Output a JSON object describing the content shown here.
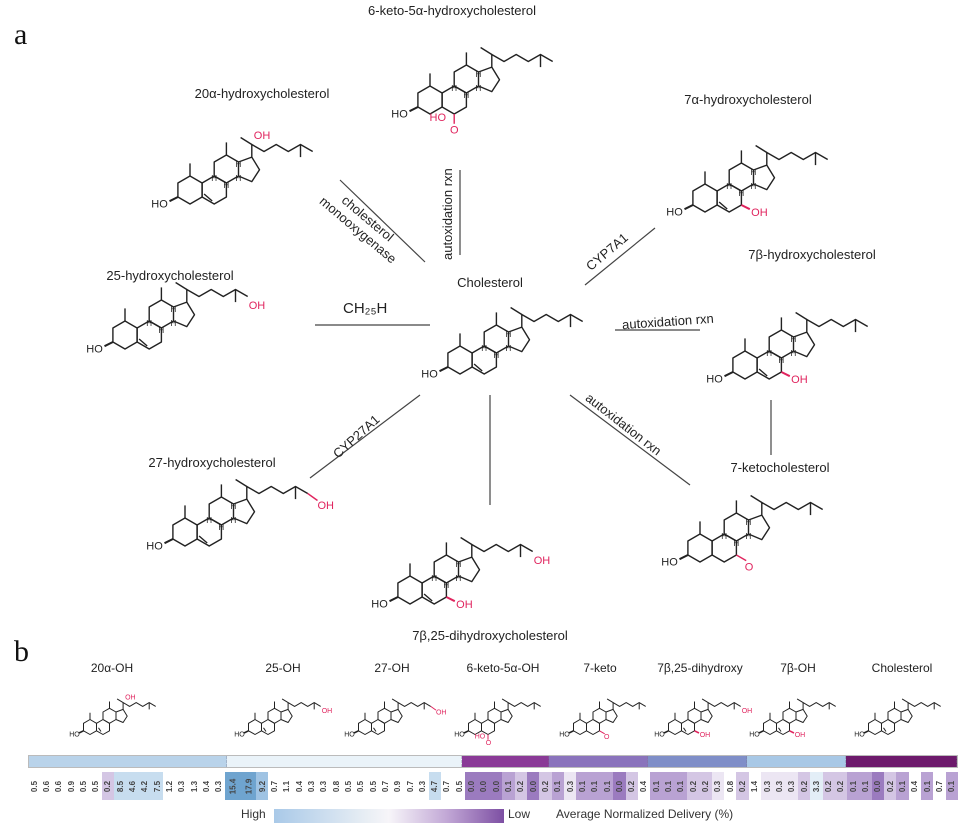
{
  "panel_a": {
    "letter": "a",
    "molecules": [
      {
        "id": "20a",
        "name": "20α-hydroxycholesterol",
        "highlight": "OH"
      },
      {
        "id": "6keto",
        "name": "6-keto-5α-hydroxycholesterol",
        "highlight": "O"
      },
      {
        "id": "7a",
        "name": "7α-hydroxycholesterol",
        "highlight": "OH"
      },
      {
        "id": "25",
        "name": "25-hydroxycholesterol",
        "highlight": "OH"
      },
      {
        "id": "chol",
        "name": "Cholesterol",
        "highlight": ""
      },
      {
        "id": "7b",
        "name": "7β-hydroxycholesterol",
        "highlight": "OH"
      },
      {
        "id": "27",
        "name": "27-hydroxycholesterol",
        "highlight": "OH"
      },
      {
        "id": "7b25",
        "name": "7β,25-dihydroxycholesterol",
        "highlight": "OH"
      },
      {
        "id": "7keto",
        "name": "7-ketocholesterol",
        "highlight": "O"
      }
    ],
    "reactions": {
      "cmo_line1": "cholesterol",
      "cmo_line2": "monooxygenase",
      "auto_top": "autoxidation rxn",
      "cyp7a1": "CYP7A1",
      "ch25h": "CH₂₅H",
      "auto_right": "autoxidation rxn",
      "cyp27a1": "CYP27A1",
      "auto_lower": "autoxidation rxn"
    },
    "atom_labels": {
      "ho": "HO",
      "oh": "OH",
      "o": "O",
      "h": "H"
    }
  },
  "panel_b": {
    "letter": "b",
    "headers": [
      "20α-OH",
      "25-OH",
      "27-OH",
      "6-keto-5α-OH",
      "7-keto",
      "7β,25-dihydroxy",
      "7β-OH",
      "Cholesterol"
    ],
    "bar_segments": [
      {
        "count": 16,
        "color": "#b9d3ea"
      },
      {
        "count": 19,
        "color": "#eaf3f9"
      },
      {
        "count": 7,
        "color": "#8a3a97"
      },
      {
        "count": 8,
        "color": "#8a73bc"
      },
      {
        "count": 8,
        "color": "#7f8ec8"
      },
      {
        "count": 8,
        "color": "#a8c8e6"
      },
      {
        "count": 9,
        "color": "#6d1a6c"
      }
    ],
    "values": [
      "0.5",
      "0.6",
      "0.6",
      "0.9",
      "0.5",
      "0.5",
      "0.2",
      "8.5",
      "4.6",
      "4.2",
      "7.5",
      "1.2",
      "0.3",
      "1.3",
      "0.4",
      "0.3",
      "15.4",
      "17.9",
      "9.2",
      "0.7",
      "1.1",
      "0.4",
      "0.3",
      "0.3",
      "0.8",
      "0.5",
      "0.5",
      "0.5",
      "0.7",
      "0.9",
      "0.7",
      "0.3",
      "4.7",
      "0.7",
      "0.5",
      "0.0",
      "0.0",
      "0.0",
      "0.1",
      "0.2",
      "0.0",
      "0.2",
      "0.1",
      "0.3",
      "0.1",
      "0.1",
      "0.1",
      "0.0",
      "0.2",
      "0.4",
      "0.1",
      "0.1",
      "0.1",
      "0.2",
      "0.2",
      "0.3",
      "0.8",
      "0.2",
      "1.4",
      "0.3",
      "0.3",
      "0.3",
      "0.2",
      "3.3",
      "0.2",
      "0.2",
      "0.1",
      "0.1",
      "0.0",
      "0.2",
      "0.1",
      "0.4",
      "0.1",
      "0.7",
      "0.1"
    ],
    "legend": {
      "high": "High",
      "low": "Low",
      "title": "Average Normalized Delivery (%)"
    }
  },
  "colors": {
    "highlight": "#e0245e",
    "line": "#222222"
  }
}
